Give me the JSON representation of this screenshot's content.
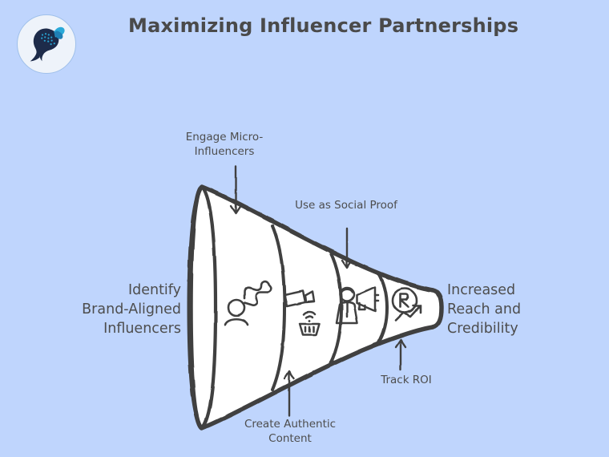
{
  "meta": {
    "background_color": "#bfd5fd",
    "ink_color": "#3f3f3f",
    "text_color": "#4d4d4d",
    "funnel_fill": "#ffffff",
    "logo_accent_color": "#2aa9d8",
    "logo_silhouette_color": "#1d2b4a"
  },
  "header": {
    "title": "Maximizing Influencer Partnerships",
    "logo_icon": "woman-butterfly-logo-icon"
  },
  "funnel": {
    "input_label": "Identify\nBrand-Aligned\nInfluencers",
    "output_label": "Increased\nReach and\nCredibility",
    "stages": [
      {
        "id": "engage-micro-influencers",
        "label": "Engage Micro-\nInfluencers",
        "icon": "person-network-icon",
        "arrow_direction": "down",
        "arrow_side": "top"
      },
      {
        "id": "create-authentic-content",
        "label": "Create Authentic\nContent",
        "icon": "video-camera-basket-icon",
        "arrow_direction": "up",
        "arrow_side": "bottom"
      },
      {
        "id": "use-as-social-proof",
        "label": "Use as Social Proof",
        "icon": "person-megaphone-icon",
        "arrow_direction": "down",
        "arrow_side": "top"
      },
      {
        "id": "track-roi",
        "label": "Track ROI",
        "icon": "roi-growth-arrow-icon",
        "arrow_direction": "up",
        "arrow_side": "bottom"
      }
    ]
  }
}
